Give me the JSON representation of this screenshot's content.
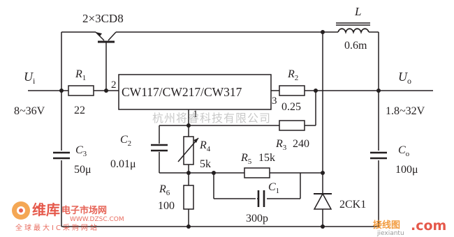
{
  "schematic": {
    "transistor": {
      "label": "2×3CD8"
    },
    "inductor": {
      "name": "L",
      "value": "0.6m"
    },
    "input": {
      "name": "U",
      "sub": "i",
      "range": "8~36V"
    },
    "output": {
      "name": "U",
      "sub": "o",
      "range": "1.8~32V"
    },
    "r1": {
      "name": "R",
      "sub": "1",
      "value": "22"
    },
    "r2": {
      "name": "R",
      "sub": "2",
      "value": "0.25"
    },
    "r3": {
      "name": "R",
      "sub": "3",
      "value": "240"
    },
    "r4": {
      "name": "R",
      "sub": "4",
      "value": "5k"
    },
    "r5": {
      "name": "R",
      "sub": "5",
      "value": "15k"
    },
    "r6": {
      "name": "R",
      "sub": "6",
      "value": "100"
    },
    "c1": {
      "name": "C",
      "sub": "1",
      "value": "300p"
    },
    "c2": {
      "name": "C",
      "sub": "2",
      "value": "0.01μ"
    },
    "c3": {
      "name": "C",
      "sub": "3",
      "value": "50μ"
    },
    "co": {
      "name": "C",
      "sub": "o",
      "value": "100μ"
    },
    "diode": {
      "label": "2CK1"
    },
    "regulator": {
      "label": "CW117/CW217/CW317",
      "pin_in": "2",
      "pin_out": "3",
      "pin_adj": "1"
    }
  },
  "watermarks": {
    "center": "杭州将睿科技有限公司",
    "logo_brand": "维库",
    "logo_tagline": "电子市场网",
    "logo_url": "WWW.DZSC.COM",
    "logo_slogan": "全球最大IC采购网站",
    "corner_cn": "接线图",
    "corner_domain": "jiexiantu",
    "corner_com": ".com"
  },
  "colors": {
    "ink": "#231f20",
    "watermark_red": "#e03b2a",
    "watermark_orange": "#f08a1c"
  }
}
